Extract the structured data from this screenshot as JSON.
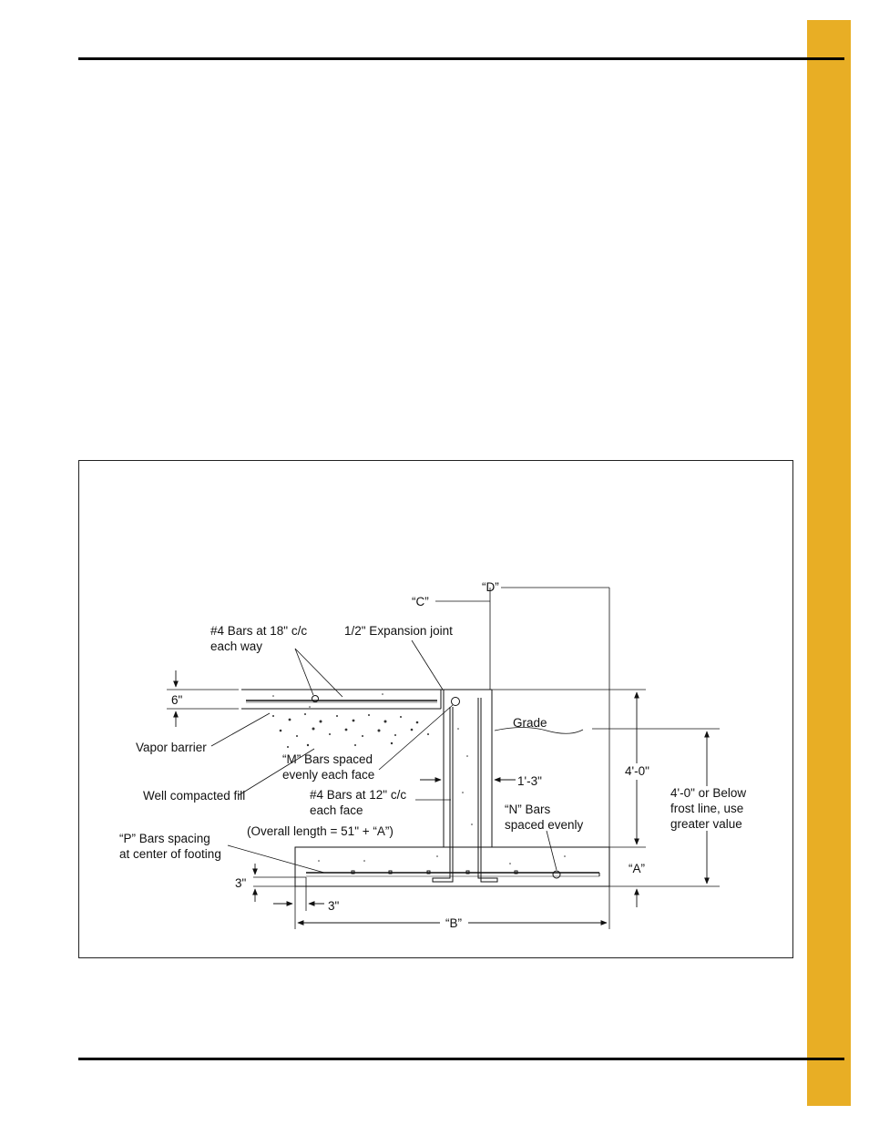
{
  "page": {
    "accent_color": "#e8ae25"
  },
  "figure": {
    "labels": {
      "d": "“D”",
      "c": "“C”",
      "bars_18_l1": "#4 Bars at 18\" c/c",
      "bars_18_l2": "each way",
      "expansion_joint": "1/2\" Expansion joint",
      "six_in": "6\"",
      "grade": "Grade",
      "vapor_barrier": "Vapor barrier",
      "m_bars_l1": "“M” Bars spaced",
      "m_bars_l2": "evenly each face",
      "wall_width": "1'-3\"",
      "four_ft": "4'-0\"",
      "frost_l1": "4'-0\" or Below",
      "frost_l2": "frost line, use",
      "frost_l3": "greater value",
      "fill": "Well compacted fill",
      "bars_12_l1": "#4 Bars at 12\" c/c",
      "bars_12_l2": "each face",
      "n_bars_l1": "“N” Bars",
      "n_bars_l2": "spaced evenly",
      "overall": "(Overall length = 51\" + “A”)",
      "p_bars_l1": "“P” Bars spacing",
      "p_bars_l2": "at center of footing",
      "a": "“A”",
      "three_v": "3\"",
      "three_h": "3\"",
      "b": "“B”"
    }
  }
}
